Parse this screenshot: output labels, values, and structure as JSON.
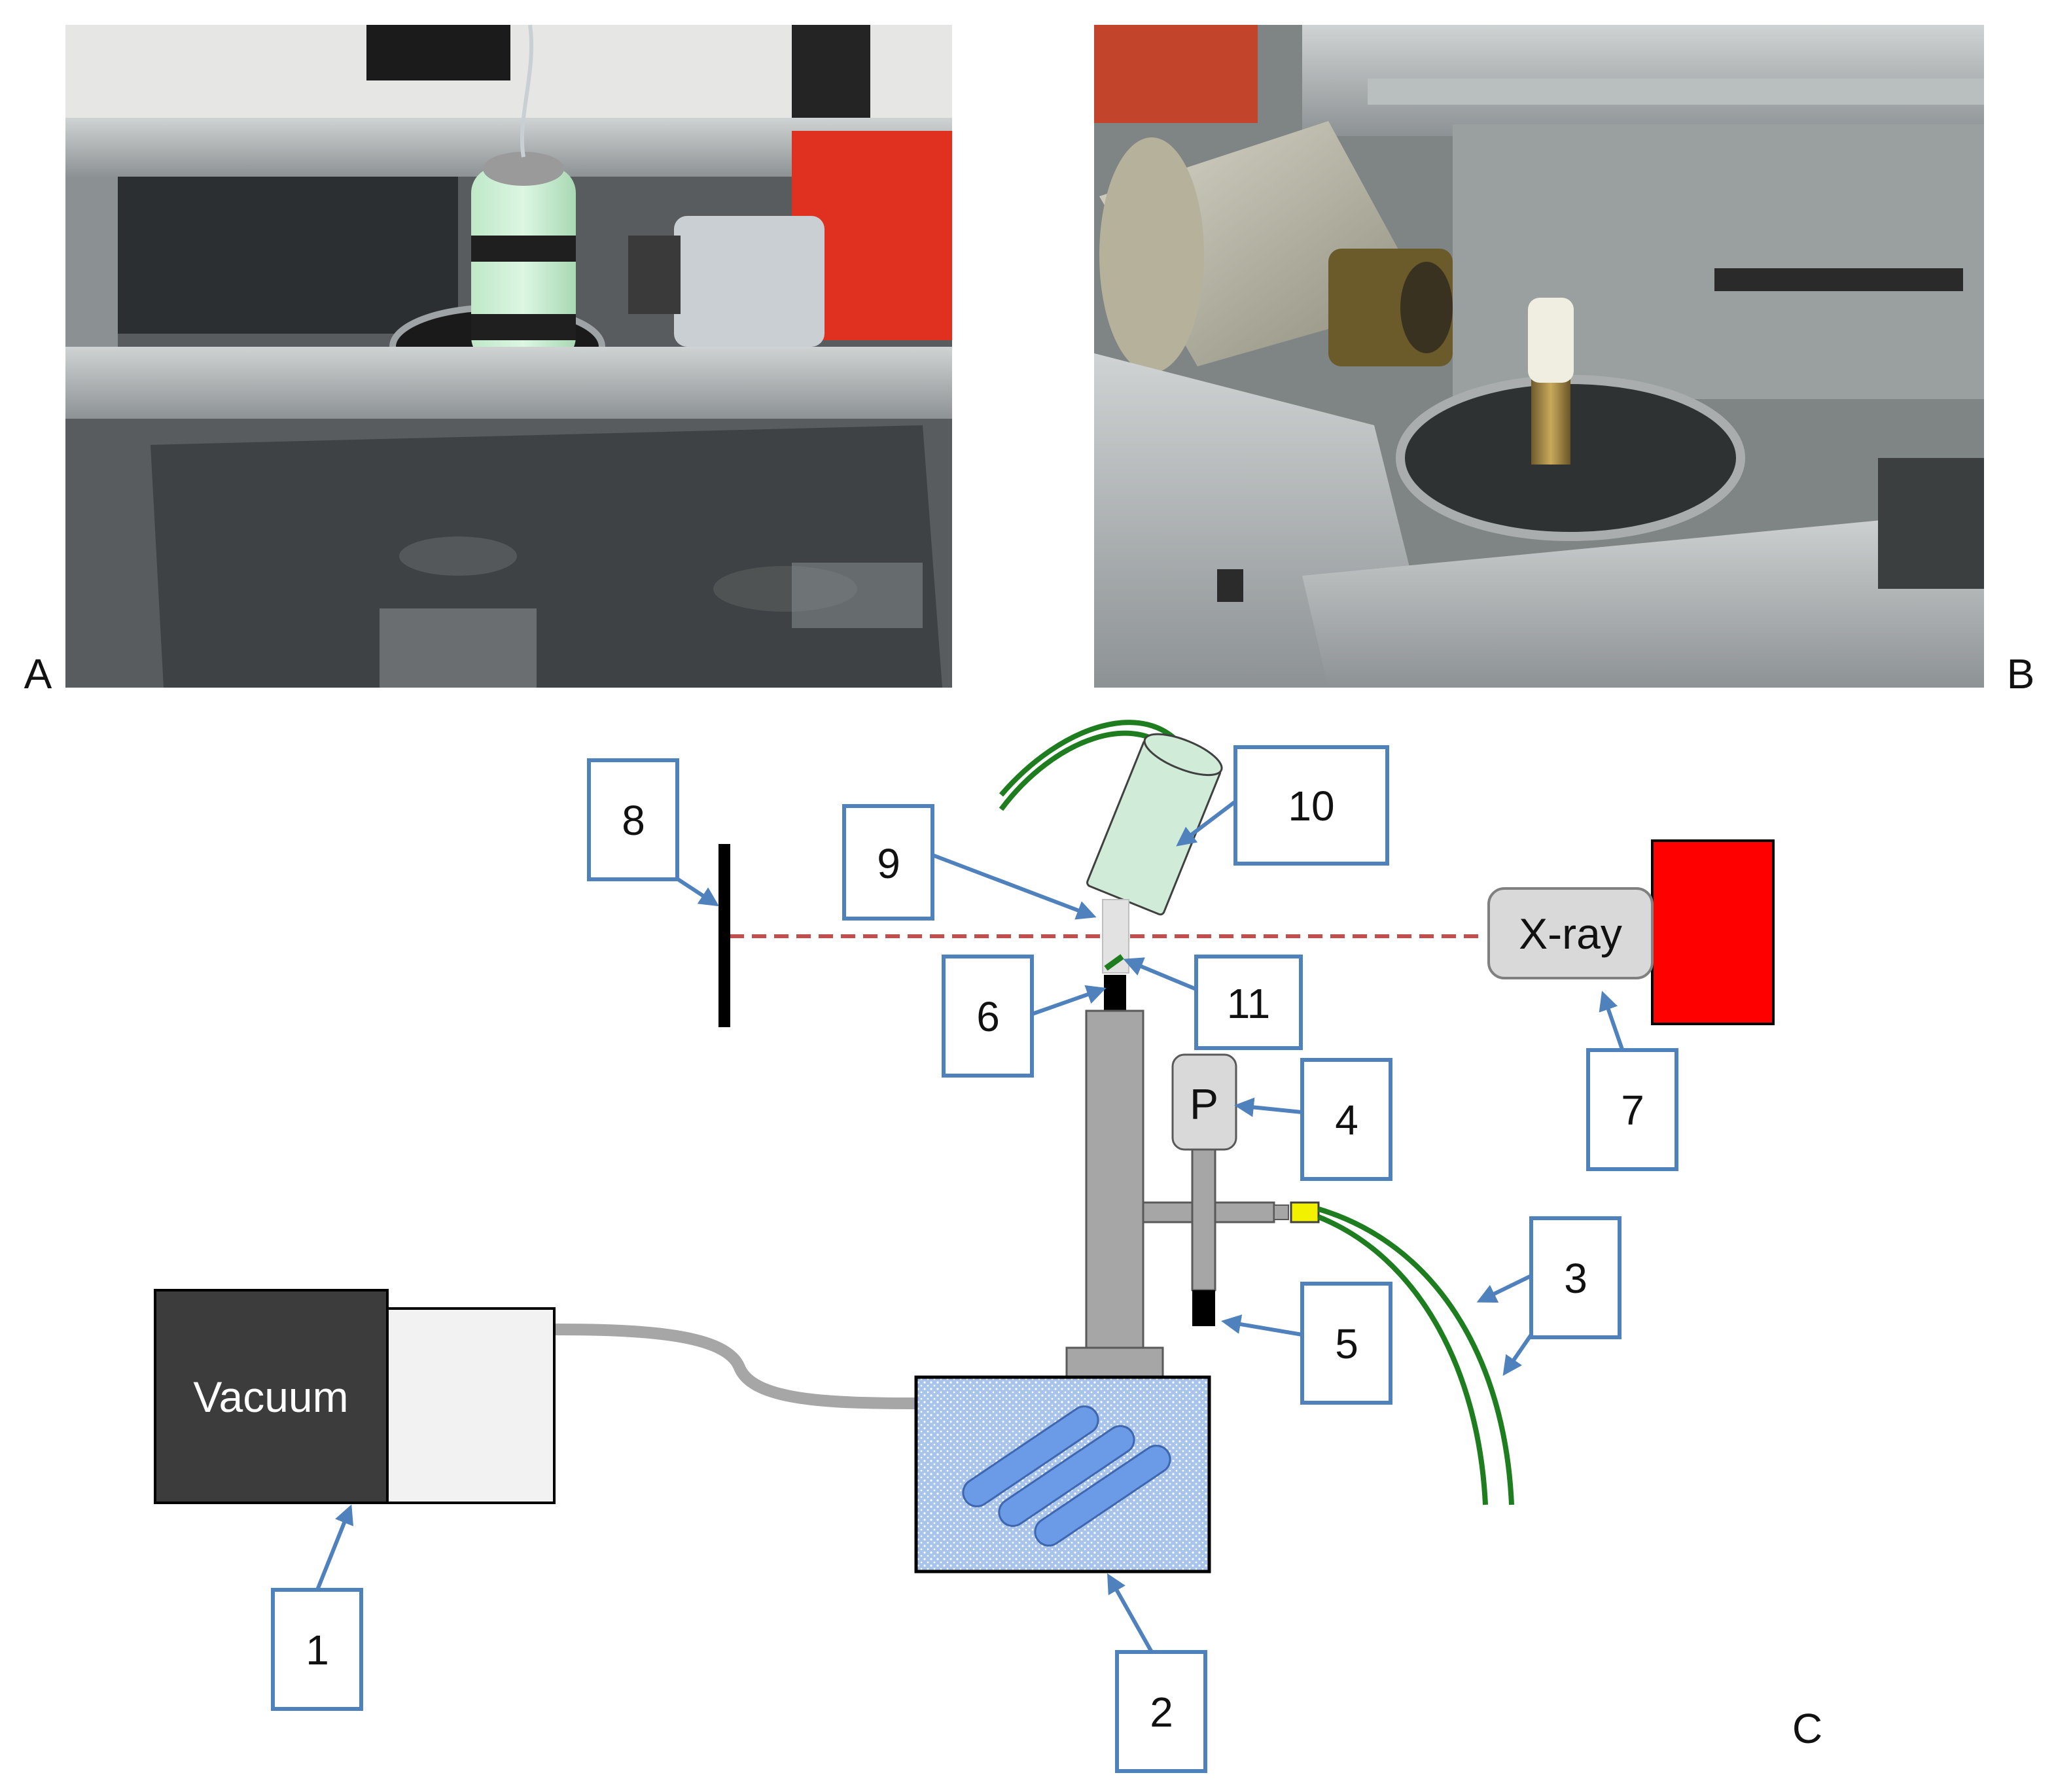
{
  "panels": {
    "photo_a": {
      "letter": "A",
      "description": "Photograph of the X-ray beamline setup with a green-foam wrapped sample cooler above a circular stage"
    },
    "photo_b": {
      "letter": "B",
      "description": "Photograph of the X-ray source housing and the sample holder mounted on the stage"
    },
    "schematic": {
      "letter": "C"
    }
  },
  "labels": {
    "vacuum": "Vacuum",
    "xray": "X-ray",
    "pressure": "P"
  },
  "callouts": [
    "1",
    "2",
    "3",
    "4",
    "5",
    "6",
    "7",
    "8",
    "9",
    "10",
    "11"
  ],
  "colors": {
    "box_border": "#4f81bd",
    "arrow": "#4f81bd",
    "beam": "#c0504d",
    "tube": "#1e7d1e",
    "xray_source": "#ff0000",
    "vacuum_pump": "#3c3c3c",
    "chamber": "#a9c4ea",
    "column": "#a6a6a6",
    "thermocouple": "#f2f200",
    "sample_cell": "#d0ecd8"
  }
}
